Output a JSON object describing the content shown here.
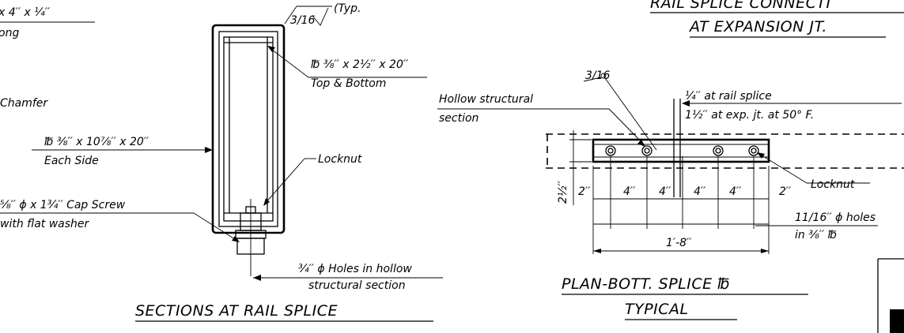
{
  "callouts": {
    "top_left_dims": "x 4′′ x ¼′′",
    "top_left_long": "ong",
    "chamfer": "Chamfer",
    "side_plate": "℔ ⅜′′ x 10⅞′′ x 20′′",
    "each_side": "Each Side",
    "cap_screw": "⅝′′ ϕ x 1¾′′ Cap Screw",
    "flat_washer": "with flat washer",
    "weld_typ_size": "3/16",
    "typ": "(Typ.",
    "top_bottom_plate": "℔ ⅜′′ x 2½′′ x 20′′",
    "top_bottom": "Top & Bottom",
    "locknut": "Locknut",
    "holes_hollow": "¾′′ ϕ Holes in hollow",
    "structural_section": "structural section",
    "weld_plan_size": "3/16",
    "hollow_structural": "Hollow structural",
    "section": "section",
    "gap_rail": "¼′′ at rail splice",
    "gap_exp": "1½′′ at exp. jt. at 50° F.",
    "locknut_plan": "Locknut",
    "holes_plan_1": "11/16′′ ϕ holes",
    "holes_plan_2": "in ⅜′′ ℔"
  },
  "dimensions": {
    "edge_vertical": "2½′′",
    "spacing": [
      "2′′",
      "4′′",
      "4′′",
      "4′′",
      "4′′",
      "2′′"
    ],
    "overall": "1′-8′′"
  },
  "titles": {
    "sections": "SECTIONS AT RAIL SPLICE",
    "plan": "PLAN-BOTT. SPLICE ℔",
    "typical": "TYPICAL",
    "detail_line1": "RAIL SPLICE CONNECTI",
    "detail_line2": "AT EXPANSION JT."
  }
}
